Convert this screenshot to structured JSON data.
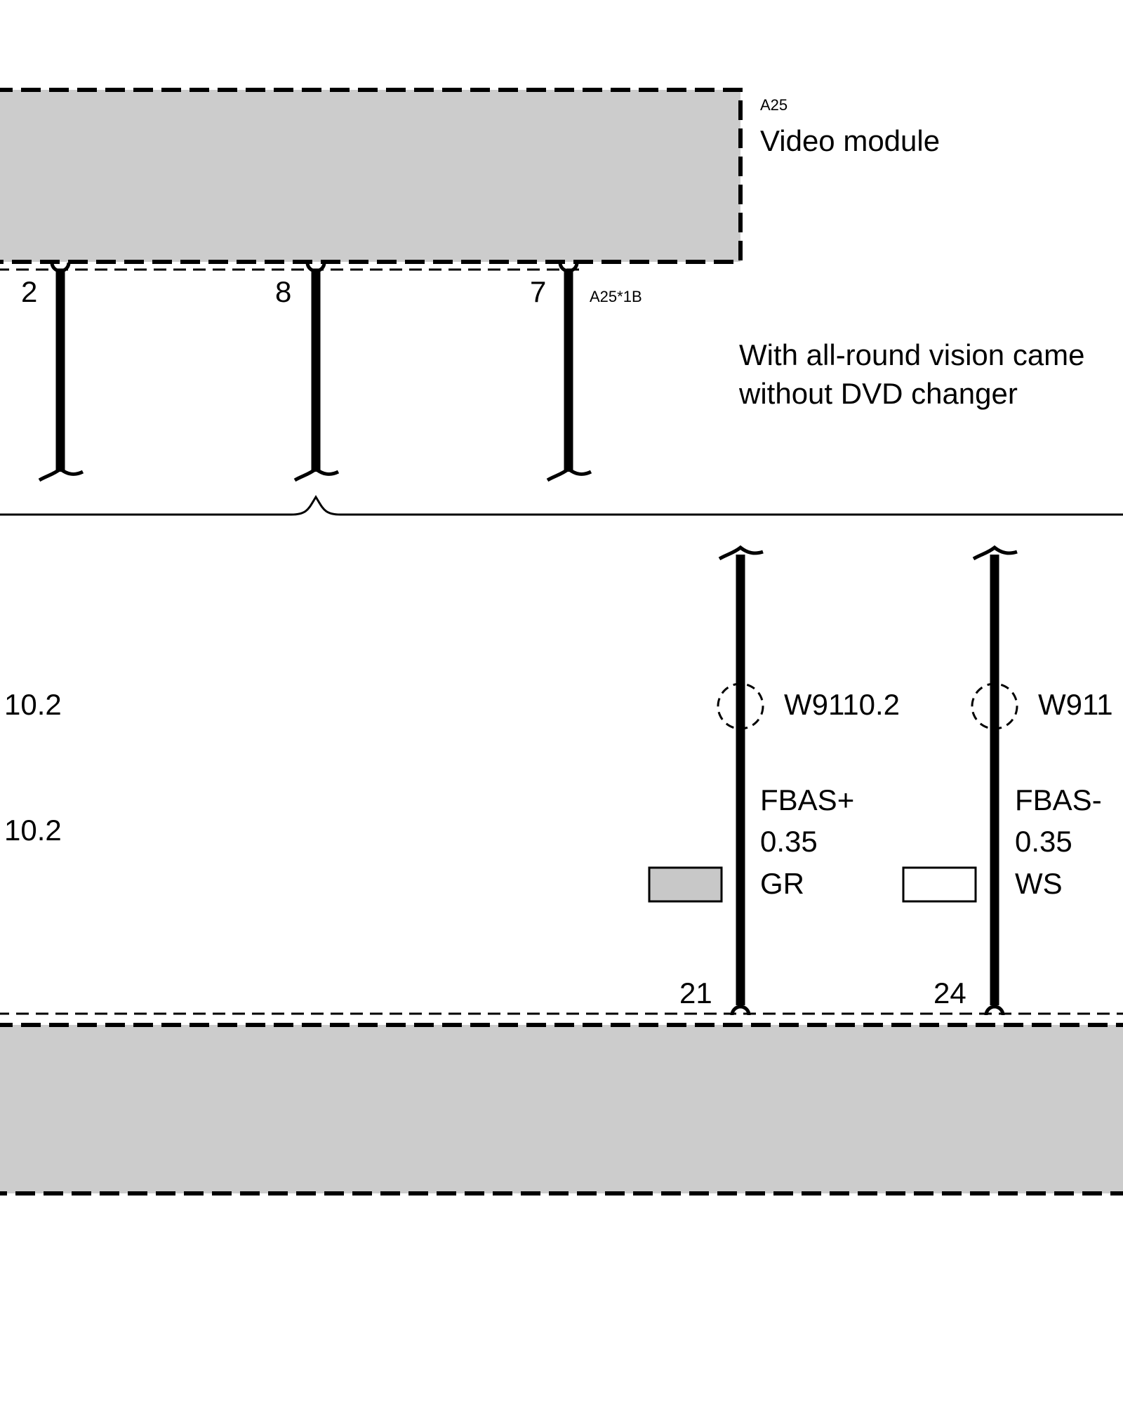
{
  "module_top": {
    "ref": "A25",
    "name": "Video module",
    "connector": "A25*1B",
    "fill": "#cccccc",
    "pins": [
      "2",
      "8",
      "7"
    ]
  },
  "condition_note": {
    "line1": "With all-round vision came",
    "line2": "without DVD changer"
  },
  "left_partial_labels": {
    "shield": "10.2",
    "signal": "10.2"
  },
  "wires": [
    {
      "shield": "W9110.2",
      "signal": "FBAS+",
      "cross_section": "0.35",
      "color_code": "GR",
      "swatch_color": "#c8c8c8",
      "pin": "21"
    },
    {
      "shield": "W911",
      "signal": "FBAS-",
      "cross_section": "0.35",
      "color_code": "WS",
      "swatch_color": "#ffffff",
      "pin": "24"
    }
  ],
  "module_bottom": {
    "fill": "#cccccc"
  }
}
